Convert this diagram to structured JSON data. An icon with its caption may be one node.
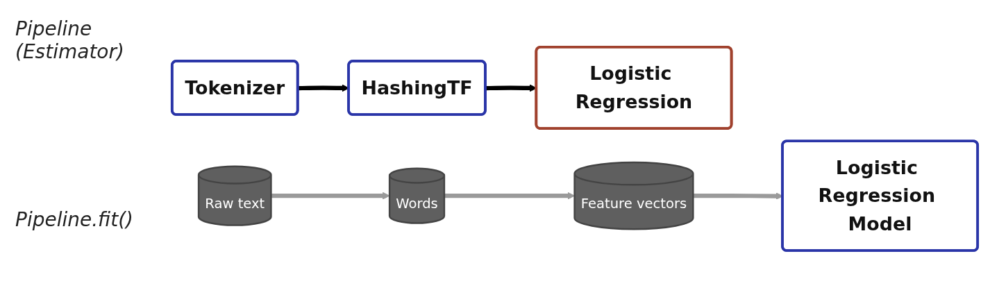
{
  "diagram": {
    "nodes": [
      {
        "text": [
          "Tokenizer"
        ]
      },
      {
        "text": [
          "HashingTF"
        ]
      },
      {
        "text": [
          "Logistic Regression"
        ]
      },
      {
        "text": [
          "Raw text"
        ]
      },
      {
        "text": [
          "Words"
        ]
      },
      {
        "text": [
          "Feature vectors"
        ]
      },
      {
        "text": [
          "Logistic Regression Model"
        ]
      }
    ],
    "edges": [
      {
        "from": 0,
        "to": 1,
        "arrow": "to",
        "color": "#000000"
      },
      {
        "from": 1,
        "to": 2,
        "arrow": "to",
        "color": "#000000"
      },
      {
        "from": 3,
        "to": 4,
        "arrow": "to"
      },
      {
        "from": 4,
        "to": 5,
        "arrow": "to"
      },
      {
        "from": 5,
        "to": 6,
        "arrow": "to"
      }
    ],
    "labels": [
      "Pipeline (Estimator)",
      "Pipeline.fit()"
    ]
  }
}
